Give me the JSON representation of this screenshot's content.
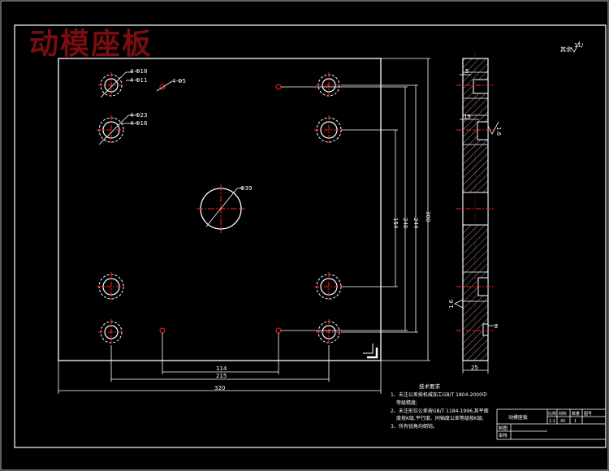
{
  "drawing": {
    "title": "动模座板",
    "roughness_note": "其余",
    "roughness_value": "11/",
    "plan_labels": {
      "hole_a_top": "4-Φ18",
      "hole_a_bottom": "4-Φ11",
      "hole_b_top": "4-Φ23",
      "hole_b_bottom": "4-Φ16",
      "small_hole": "4-Φ5",
      "center_hole": "Φ39"
    },
    "dimensions": {
      "dim_114": "114",
      "dim_215": "215",
      "dim_320": "320",
      "dim_154": "154",
      "dim_240": "240",
      "dim_244": "244",
      "dim_300": "300"
    },
    "side_labels": {
      "dim_5": "5",
      "dim_15": "15",
      "roughness_a": "1.6",
      "roughness_b": "1.6",
      "dim_2": "2",
      "dim_25": "25"
    },
    "tech_notes": {
      "heading": "技术要求",
      "lines": [
        "1、未注公差按机械加工GB/T 1804-2000中",
        "等级精度;",
        "2、未注形位公差按GB/T 1184-1996,其平面",
        "度按K级,平行度、同轴度公差等级按K级;",
        "3、所有锐角均倒钝。"
      ]
    },
    "title_block": {
      "part_name": "动模座板",
      "col_headers": [
        "比例",
        "材料",
        "数量",
        "图号"
      ],
      "values": [
        "1:1",
        "45",
        "1",
        ""
      ],
      "row_labels": [
        "制图",
        "审核"
      ]
    }
  },
  "colors": {
    "frame": "#ffffff",
    "center": "#ff2020",
    "hatch": "#9a9a9a",
    "title": "#7a0d10"
  }
}
